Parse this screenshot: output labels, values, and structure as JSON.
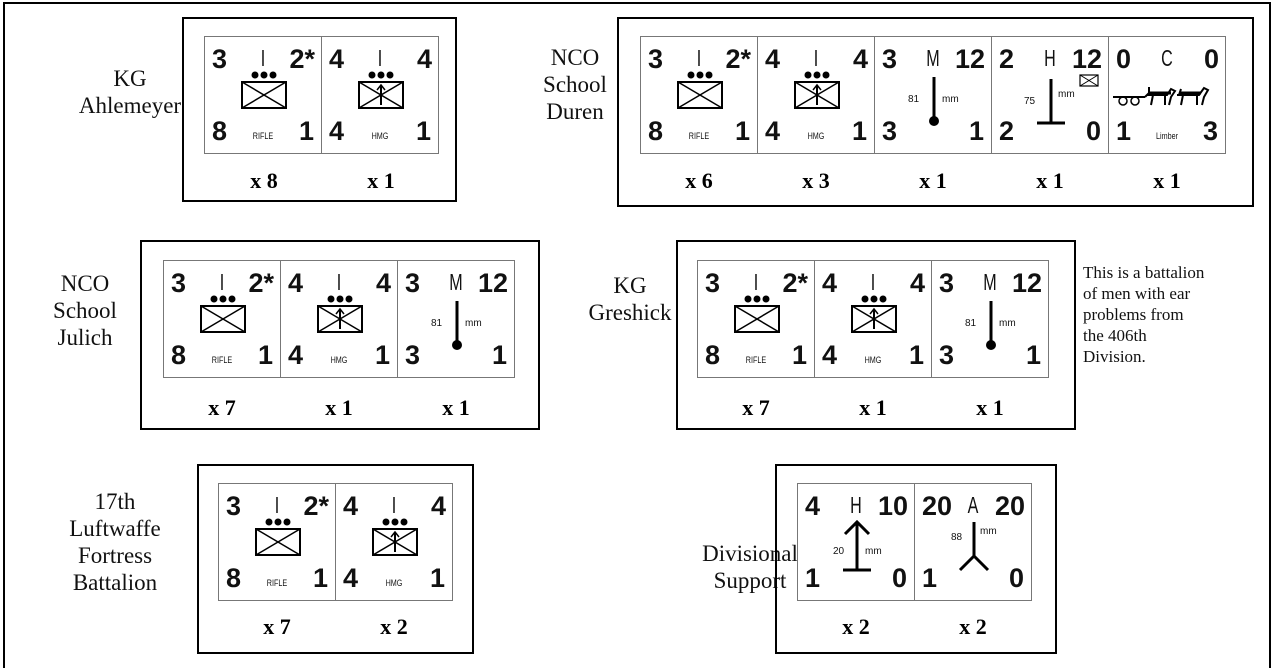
{
  "groups": {
    "ahlemeyer": {
      "label_line1": "KG",
      "label_line2": "Ahlemeyer",
      "counters": [
        {
          "tl": "3",
          "type": "I",
          "tr": "2*",
          "bl": "8",
          "br": "1",
          "caption": "RIFLE",
          "multiplier": "x 8"
        },
        {
          "tl": "4",
          "type": "I",
          "tr": "4",
          "bl": "4",
          "br": "1",
          "caption": "HMG",
          "multiplier": "x 1"
        }
      ]
    },
    "duren": {
      "label_line1": "NCO",
      "label_line2": "School",
      "label_line3": "Duren",
      "counters": [
        {
          "tl": "3",
          "type": "I",
          "tr": "2*",
          "bl": "8",
          "br": "1",
          "caption": "RIFLE",
          "multiplier": "x 6"
        },
        {
          "tl": "4",
          "type": "I",
          "tr": "4",
          "bl": "4",
          "br": "1",
          "caption": "HMG",
          "multiplier": "x 3"
        },
        {
          "tl": "3",
          "type": "M",
          "tr": "12",
          "bl": "3",
          "br": "1",
          "caliber": "81",
          "unit": "mm",
          "multiplier": "x 1"
        },
        {
          "tl": "2",
          "type": "H",
          "tr": "12",
          "bl": "2",
          "br": "0",
          "caliber": "75",
          "unit": "mm",
          "multiplier": "x 1"
        },
        {
          "tl": "0",
          "type": "C",
          "tr": "0",
          "bl": "1",
          "br": "3",
          "caption": "Limber",
          "multiplier": "x 1"
        }
      ]
    },
    "julich": {
      "label_line1": "NCO",
      "label_line2": "School",
      "label_line3": "Julich",
      "counters": [
        {
          "tl": "3",
          "type": "I",
          "tr": "2*",
          "bl": "8",
          "br": "1",
          "caption": "RIFLE",
          "multiplier": "x 7"
        },
        {
          "tl": "4",
          "type": "I",
          "tr": "4",
          "bl": "4",
          "br": "1",
          "caption": "HMG",
          "multiplier": "x 1"
        },
        {
          "tl": "3",
          "type": "M",
          "tr": "12",
          "bl": "3",
          "br": "1",
          "caliber": "81",
          "unit": "mm",
          "multiplier": "x 1"
        }
      ]
    },
    "greshick": {
      "label_line1": "KG",
      "label_line2": "Greshick",
      "note_lines": [
        "This is a battalion",
        "of men with ear",
        "problems from",
        "the 406th",
        "Division."
      ],
      "counters": [
        {
          "tl": "3",
          "type": "I",
          "tr": "2*",
          "bl": "8",
          "br": "1",
          "caption": "RIFLE",
          "multiplier": "x 7"
        },
        {
          "tl": "4",
          "type": "I",
          "tr": "4",
          "bl": "4",
          "br": "1",
          "caption": "HMG",
          "multiplier": "x 1"
        },
        {
          "tl": "3",
          "type": "M",
          "tr": "12",
          "bl": "3",
          "br": "1",
          "caliber": "81",
          "unit": "mm",
          "multiplier": "x 1"
        }
      ]
    },
    "luftwaffe": {
      "label_line1": "17th",
      "label_line2": "Luftwaffe",
      "label_line3": "Fortress",
      "label_line4": "Battalion",
      "counters": [
        {
          "tl": "3",
          "type": "I",
          "tr": "2*",
          "bl": "8",
          "br": "1",
          "caption": "RIFLE",
          "multiplier": "x 7"
        },
        {
          "tl": "4",
          "type": "I",
          "tr": "4",
          "bl": "4",
          "br": "1",
          "caption": "HMG",
          "multiplier": "x 2"
        }
      ]
    },
    "divisional": {
      "label_line1": "Divisional",
      "label_line2": "Support",
      "counters": [
        {
          "tl": "4",
          "type": "H",
          "tr": "10",
          "bl": "1",
          "br": "0",
          "caliber": "20",
          "unit": "mm",
          "multiplier": "x 2"
        },
        {
          "tl": "20",
          "type": "A",
          "tr": "20",
          "bl": "1",
          "br": "0",
          "caliber": "88",
          "unit": "mm",
          "multiplier": "x 2"
        }
      ]
    }
  }
}
